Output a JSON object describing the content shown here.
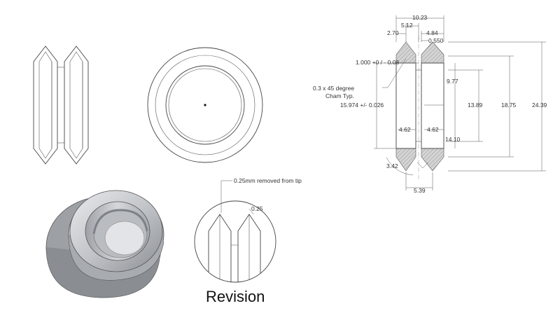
{
  "dimensions": {
    "d_10_23": "10.23",
    "d_5_12": "5.12",
    "d_2_70": "2.70",
    "d_4_84": "4.84",
    "d_0_550": "0.550",
    "d_1_000": "1.000 +0 / - 0.08",
    "d_9_77": "9.77",
    "d_13_89": "13.89",
    "d_18_75": "18.75",
    "d_24_39": "24.39",
    "d_15_974": "15.974 +/- 0.026",
    "d_4_62_left": "4.62",
    "d_4_62_right": "4.62",
    "d_14_10": "14.10",
    "d_3_42": "3.42",
    "d_5_39": "5.39"
  },
  "notes": {
    "chamfer_line1": "0.3 x 45 degree",
    "chamfer_line2": "Cham Typ.",
    "tip_removed": "0.25mm removed from tip",
    "tip_dim": "0.25"
  },
  "caption": "Revision",
  "colors": {
    "hatch": "#bdbdbd",
    "ring_body": "#c8cacd",
    "ring_shadow": "#8f9398",
    "ring_highlight": "#eef0f2"
  }
}
